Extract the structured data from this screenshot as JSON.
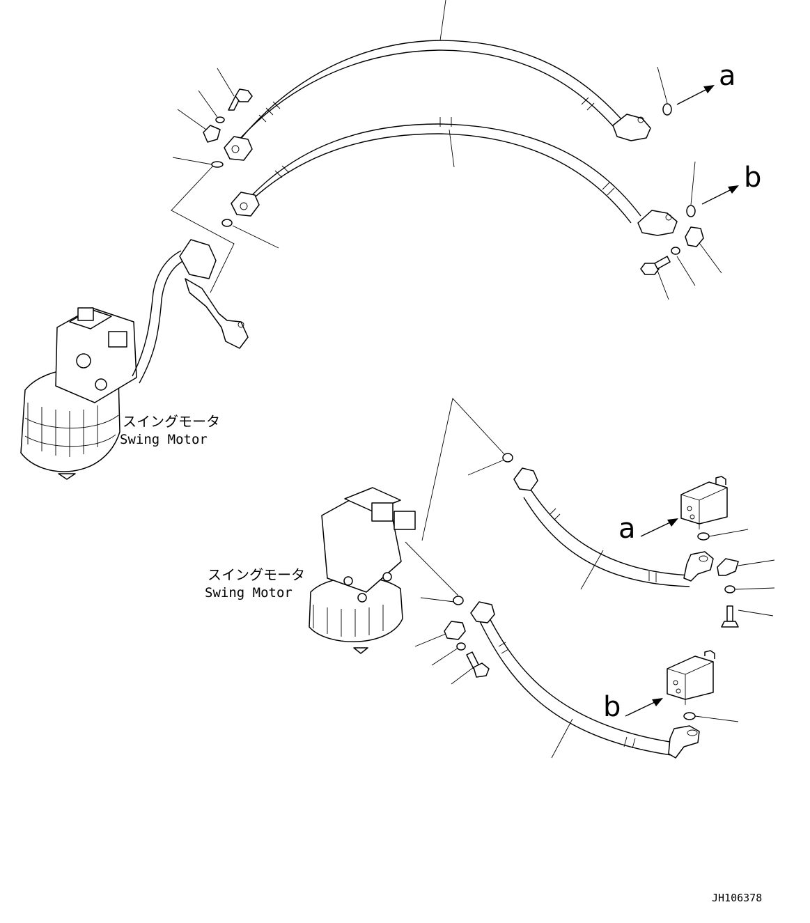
{
  "labels": {
    "motor_jp_top": "スイングモータ",
    "motor_en_top": "Swing Motor",
    "motor_jp_bottom": "スイングモータ",
    "motor_en_bottom": "Swing Motor",
    "arrow_a_top": "a",
    "arrow_b_top": "b",
    "arrow_a_bottom": "a",
    "arrow_b_bottom": "b",
    "drawing_code": "JH106378"
  }
}
